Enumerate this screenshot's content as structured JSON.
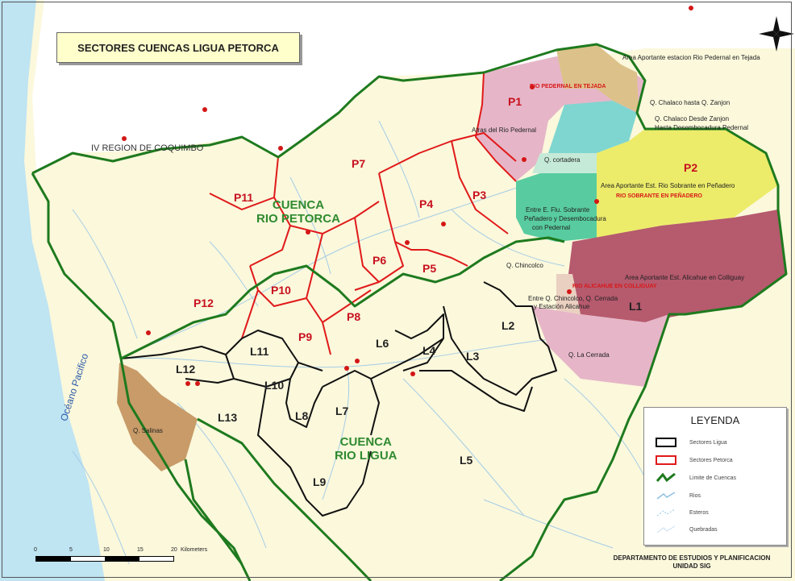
{
  "title": "SECTORES CUENCAS LIGUA PETORCA",
  "region_label": "IV REGION DE COQUIMBO",
  "ocean_label": "Océano Pacifico",
  "basins": [
    {
      "id": "petorca",
      "line1": "CUENCA",
      "line2": "RIO PETORCA"
    },
    {
      "id": "ligua",
      "line1": "CUENCA",
      "line2": "RIO LIGUA"
    }
  ],
  "sectors_petorca": [
    "P1",
    "P2",
    "P3",
    "P4",
    "P5",
    "P6",
    "P7",
    "P8",
    "P9",
    "P10",
    "P11",
    "P12"
  ],
  "sectors_ligua": [
    "L1",
    "L2",
    "L3",
    "L4",
    "L5",
    "L6",
    "L7",
    "L8",
    "L9",
    "L10",
    "L11",
    "L12",
    "L13"
  ],
  "area_labels": {
    "pedernal_tejada": "Area Aportante estacion Rio Pedernal en Tejada",
    "chalaco_zanjon": "Q. Chalaco hasta Q. Zanjon",
    "chalaco_desde_1": "Q. Chalaco Desde Zanjon",
    "chalaco_desde_2": "Hasta Desembocadura Pedernal",
    "atras_pedernal": "Atras del Rio Pedernal",
    "cortadera": "Q. cortadera",
    "sobrante_penadero": "Area Aportante Est. Rio Sobrante en Peñadero",
    "entre_flu_1": "Entre E. Flu. Sobrante",
    "entre_flu_2": "Peñadero y Desembocadura",
    "entre_flu_3": "con Pedernal",
    "chincolco": "Q. Chincolco",
    "alicahue_colliguay": "Area Aportante Est. Alicahue en Colliguay",
    "entre_chincolco_1": "Entre Q. Chincolco, Q. Cerrada",
    "entre_chincolco_2": "y Estación Alicahue",
    "la_cerrada": "Q. La Cerrada",
    "salinas": "Q. Salinas"
  },
  "stations": {
    "pedernal": "RIO PEDERNAL EN TEJADA",
    "sobrante": "RIO SOBRANTE EN PEÑADERO",
    "alicahue": "RIO ALICAHUE EN COLLIGUAY"
  },
  "legend": {
    "title": "LEYENDA",
    "items": [
      {
        "label": "Sectores Ligua",
        "color": "#000000",
        "kind": "box"
      },
      {
        "label": "Sectores Petorca",
        "color": "#e01a1a",
        "kind": "box"
      },
      {
        "label": "Limite de Cuencas",
        "color": "#1e7a1e",
        "kind": "line"
      },
      {
        "label": "Rios",
        "color": "#8fc0e0",
        "kind": "river"
      },
      {
        "label": "Esteros",
        "color": "#a8cfe8",
        "kind": "dash"
      },
      {
        "label": "Quebradas",
        "color": "#c8dff0",
        "kind": "thin"
      }
    ]
  },
  "scale": {
    "ticks": [
      "0",
      "5",
      "10",
      "15",
      "20"
    ],
    "unit": "Kilometers"
  },
  "credits": {
    "line1": "DEPARTAMENTO DE ESTUDIOS Y PLANIFICACION",
    "line2": "UNIDAD SIG"
  },
  "colors": {
    "land": "#fbf8dc",
    "sea": "#bfe4f2",
    "petorca_line": "#e01a1a",
    "ligua_line": "#111111",
    "basin_line": "#1e7a1e",
    "pink": "#e6b6c8",
    "tan": "#dcc28a",
    "cyan": "#7fd6d0",
    "green": "#58cca0",
    "yellow": "#ecec6a",
    "maroon": "#b65a6e",
    "brown": "#c89b68"
  }
}
